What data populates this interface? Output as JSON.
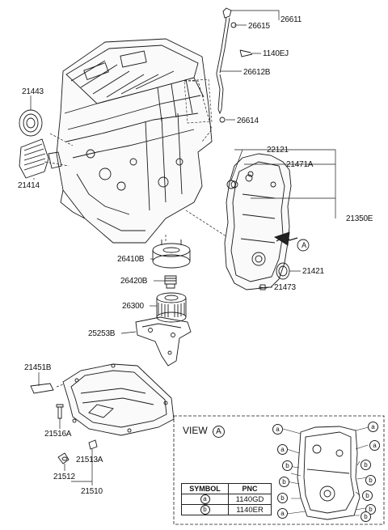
{
  "labels": {
    "p26611": "26611",
    "p26615": "26615",
    "p1140EJ": "1140EJ",
    "p26612B": "26612B",
    "p26614": "26614",
    "p21443": "21443",
    "p21414": "21414",
    "p22121": "22121",
    "p21471A": "21471A",
    "p21350E": "21350E",
    "p21421": "21421",
    "p21473": "21473",
    "p26410B": "26410B",
    "p26420B": "26420B",
    "p26300": "26300",
    "p25253B": "25253B",
    "p21451B": "21451B",
    "p21516A": "21516A",
    "p21513A": "21513A",
    "p21512": "21512",
    "p21510": "21510"
  },
  "view": {
    "title": "VIEW",
    "ref": "A",
    "arrow_ref": "A"
  },
  "symbol_table": {
    "header_symbol": "SYMBOL",
    "header_pnc": "PNC",
    "rows": [
      {
        "symbol": "a",
        "pnc": "1140GD"
      },
      {
        "symbol": "b",
        "pnc": "1140ER"
      }
    ]
  },
  "view_marks": {
    "a": "a",
    "b": "b"
  }
}
